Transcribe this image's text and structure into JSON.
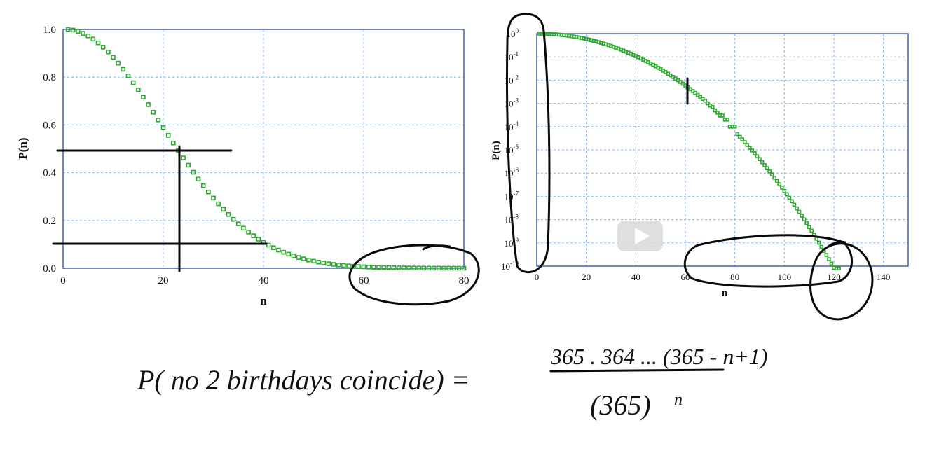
{
  "chart_data": [
    {
      "type": "scatter",
      "xlabel": "n",
      "ylabel": "P(n)",
      "xlim": [
        0,
        80
      ],
      "ylim": [
        0,
        1
      ],
      "xticks": [
        "0",
        "20",
        "40",
        "60",
        "80"
      ],
      "yticks": [
        "0.0",
        "0.2",
        "0.4",
        "0.6",
        "0.8",
        "1.0"
      ],
      "grid": true,
      "marker_color": "#2fa82f",
      "series": [
        {
          "n_start": 1,
          "n_end": 80,
          "values": [
            1.0,
            0.9973,
            0.9918,
            0.9836,
            0.9729,
            0.9595,
            0.9438,
            0.9257,
            0.9054,
            0.8831,
            0.8589,
            0.833,
            0.8056,
            0.7769,
            0.7471,
            0.7164,
            0.685,
            0.6531,
            0.6209,
            0.5886,
            0.5563,
            0.5243,
            0.4927,
            0.4617,
            0.4313,
            0.4018,
            0.3731,
            0.3455,
            0.319,
            0.2937,
            0.2695,
            0.2467,
            0.225,
            0.2047,
            0.1856,
            0.1678,
            0.1513,
            0.1359,
            0.1218,
            0.1088,
            0.0968,
            0.086,
            0.0761,
            0.0671,
            0.059,
            0.0517,
            0.0452,
            0.0394,
            0.0342,
            0.0296,
            0.0256,
            0.022,
            0.0189,
            0.0161,
            0.0138,
            0.0117,
            0.0099,
            0.0083,
            0.007,
            0.0059,
            0.0049,
            0.0041,
            0.0034,
            0.0028,
            0.0023,
            0.0019,
            0.0016,
            0.0013,
            0.001,
            0.0008,
            0.0007,
            0.0005,
            0.0004,
            0.0003,
            0.0003,
            0.0002,
            0.0002,
            0.0001,
            0.0001,
            0.0001
          ]
        }
      ]
    },
    {
      "type": "scatter",
      "xlabel": "n",
      "ylabel": "P(n)",
      "xlim": [
        0,
        150
      ],
      "ylim_exponent": [
        -10,
        0
      ],
      "y_scale": "log",
      "xticks": [
        "0",
        "20",
        "40",
        "60",
        "80",
        "100",
        "120",
        "140"
      ],
      "yticks_base": "10",
      "yticks_exp": [
        "0",
        "-1",
        "-2",
        "-3",
        "-4",
        "-5",
        "-6",
        "-7",
        "-8",
        "-9",
        "-10"
      ],
      "grid": true,
      "marker_color": "#2fa82f",
      "series": [
        {
          "n_start": 1,
          "n_end": 122,
          "log10_values": [
            0,
            -0.0012,
            -0.0036,
            -0.0072,
            -0.012,
            -0.0179,
            -0.0251,
            -0.0335,
            -0.0431,
            -0.0539,
            -0.066,
            -0.0792,
            -0.0938,
            -0.1095,
            -0.1266,
            -0.1449,
            -0.1643,
            -0.1851,
            -0.207,
            -0.2302,
            -0.2546,
            -0.2804,
            -0.3073,
            -0.3357,
            -0.3652,
            -0.3961,
            -0.4282,
            -0.4617,
            -0.4962,
            -0.5321,
            -0.5694,
            -0.6079,
            -0.6477,
            -0.6888,
            -0.7312,
            -0.7749,
            -0.82,
            -0.8663,
            -0.914,
            -0.963,
            -1.0142,
            -1.0658,
            -1.1186,
            -1.1732,
            -1.2291,
            -1.2864,
            -1.3448,
            -1.4048,
            -1.466,
            -1.5287,
            -1.5918,
            -1.6576,
            -1.7248,
            -1.7932,
            -1.8618,
            -1.9318,
            -2.0044,
            -2.0809,
            -2.1549,
            -2.2291,
            -2.3098,
            -2.3872,
            -2.4685,
            -2.5528,
            -2.6383,
            -2.7212,
            -2.8069,
            -2.8861,
            -3.0,
            -3.0969,
            -3.1549,
            -3.301,
            -3.3979,
            -3.5229,
            -3.5229,
            -3.699,
            -3.699,
            -4.0,
            -4.0,
            -4.0,
            -4.32,
            -4.44,
            -4.55,
            -4.67,
            -4.79,
            -4.91,
            -5.03,
            -5.15,
            -5.28,
            -5.4,
            -5.53,
            -5.66,
            -5.79,
            -5.93,
            -6.06,
            -6.2,
            -6.34,
            -6.48,
            -6.62,
            -6.77,
            -6.91,
            -7.06,
            -7.21,
            -7.36,
            -7.52,
            -7.67,
            -7.83,
            -7.99,
            -8.15,
            -8.32,
            -8.48,
            -8.65,
            -8.82,
            -8.99,
            -9.17,
            -9.34,
            -9.52,
            -9.7,
            -9.89,
            -10.07,
            -10.26,
            -10.45
          ]
        }
      ]
    }
  ],
  "note": {
    "lhs": "P( no 2 birthdays coincide) =",
    "numerator": "365 . 364 ... (365 - n+1)",
    "denominator": "(365)",
    "exponent": "n"
  },
  "video": {
    "play_icon": "play-icon",
    "color": "#dcdcdc"
  }
}
